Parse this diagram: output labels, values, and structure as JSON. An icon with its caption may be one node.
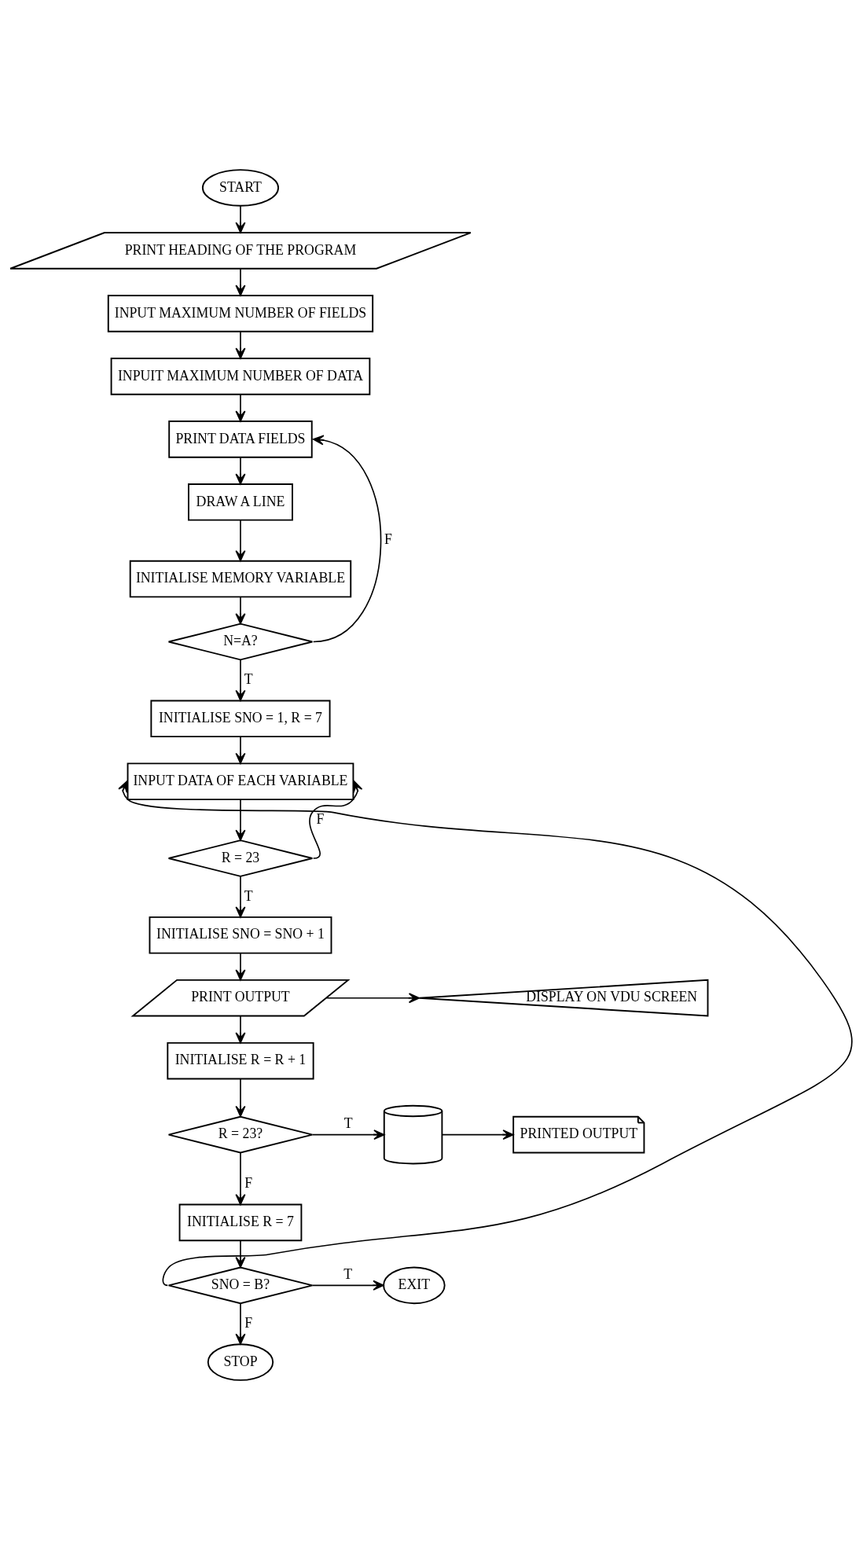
{
  "diagram": {
    "nodes": [
      {
        "text": [
          "START"
        ]
      },
      {
        "text": [
          "PRINT HEADING OF THE PROGRAM"
        ]
      },
      {
        "text": [
          "INPUT MAXIMUM NUMBER OF FIELDS"
        ]
      },
      {
        "text": [
          "INPUIT MAXIMUM NUMBER OF DATA"
        ]
      },
      {
        "text": [
          "PRINT DATA FIELDS"
        ]
      },
      {
        "text": [
          "DRAW A LINE"
        ]
      },
      {
        "text": [
          "INITIALISE MEMORY VARIABLE"
        ]
      },
      {
        "text": [
          "N=A?"
        ]
      },
      {
        "text": [
          "INITIALISE SNO = 1, R = 7"
        ]
      },
      {
        "text": [
          "INPUT DATA OF EACH VARIABLE"
        ]
      },
      {
        "text": [
          "R = 23"
        ]
      },
      {
        "text": [
          "INITIALISE SNO = SNO + 1"
        ]
      },
      {
        "text": [
          "PRINT OUTPUT"
        ]
      },
      {
        "text": [
          "DISPLAY ON VDU SCREEN"
        ]
      },
      {
        "text": [
          "INITIALISE R = R + 1"
        ]
      },
      {
        "text": [
          "R = 23?"
        ]
      },
      {
        "text": [],
        "shape": "cylinder"
      },
      {
        "text": [
          "PRINTED OUTPUT"
        ]
      },
      {
        "text": [
          "INITIALISE R = 7"
        ]
      },
      {
        "text": [
          "SNO = B?"
        ]
      },
      {
        "text": [
          "EXIT"
        ]
      },
      {
        "text": [
          "STOP"
        ]
      }
    ],
    "edges": [
      {
        "from": 0,
        "to": 1,
        "arrow": "to"
      },
      {
        "from": 1,
        "to": 2,
        "arrow": "to"
      },
      {
        "from": 2,
        "to": 3,
        "arrow": "to"
      },
      {
        "from": 3,
        "to": 4,
        "arrow": "to"
      },
      {
        "from": 4,
        "to": 5,
        "arrow": "to"
      },
      {
        "from": 5,
        "to": 6,
        "arrow": "to"
      },
      {
        "from": 6,
        "to": 7,
        "arrow": "to"
      },
      {
        "from": 7,
        "to": 4,
        "arrow": "to",
        "label": "F"
      },
      {
        "from": 7,
        "to": 8,
        "arrow": "to",
        "label": "T"
      },
      {
        "from": 8,
        "to": 9,
        "arrow": "to"
      },
      {
        "from": 9,
        "to": 10,
        "arrow": "to"
      },
      {
        "from": 10,
        "to": 9,
        "arrow": "to",
        "label": "F"
      },
      {
        "from": 10,
        "to": 11,
        "arrow": "to",
        "label": "T"
      },
      {
        "from": 11,
        "to": 12,
        "arrow": "to"
      },
      {
        "from": 12,
        "to": 13,
        "arrow": "to"
      },
      {
        "from": 12,
        "to": 14,
        "arrow": "to"
      },
      {
        "from": 14,
        "to": 15,
        "arrow": "to"
      },
      {
        "from": 15,
        "to": 16,
        "arrow": "to",
        "label": "T"
      },
      {
        "from": 16,
        "to": 17,
        "arrow": "to"
      },
      {
        "from": 15,
        "to": 18,
        "arrow": "to",
        "label": "F"
      },
      {
        "from": 18,
        "to": 19,
        "arrow": "to"
      },
      {
        "from": 19,
        "to": 20,
        "arrow": "to",
        "label": "T"
      },
      {
        "from": 19,
        "to": 9,
        "arrow": "to"
      },
      {
        "from": 19,
        "to": 21,
        "arrow": "to",
        "label": "F"
      }
    ]
  }
}
